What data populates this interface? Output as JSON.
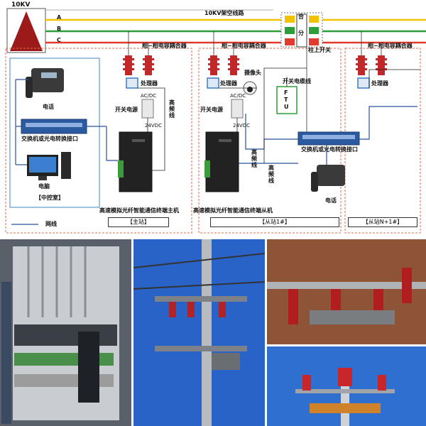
{
  "lines": {
    "voltage": "10KV",
    "line_title": "10KV架空线路",
    "phase_a": "A",
    "phase_b": "B",
    "phase_c": "C"
  },
  "coupler": {
    "label_1": "相−相电容耦合器",
    "label_2": "相−相电容耦合器",
    "label_3": "相−相电容耦合器",
    "processor": "处理器"
  },
  "switch": {
    "close": "合",
    "open": "分",
    "pole_switch": "柱上开关",
    "switch_cable": "开关电缆线",
    "ftu": [
      "F",
      "T",
      "U"
    ]
  },
  "main_station": {
    "phone": "电话",
    "switch_label": "交换机或光电转换接口",
    "computer": "电脑",
    "control_room": "【中控室】",
    "power": "开关电源",
    "acdc": "AC/DC",
    "dc24": "24VDC",
    "hf_line": "高频线",
    "host": "高速模拟光纤智能通信终端主机",
    "name": "【主站】"
  },
  "slave_station": {
    "camera": "摄像头",
    "power": "开关电源",
    "acdc": "AC/DC",
    "dc24": "24VDC",
    "hf_line_1": "高频线",
    "hf_line_2": "高频线",
    "switch_label": "交换机或光电转换接口",
    "phone": "电话",
    "slave": "高速模拟光纤智能通信终端从机",
    "name": "【从站1#】",
    "name_n": "【从站N+1#】"
  },
  "legend": {
    "network_line": "网线"
  },
  "colors": {
    "phase_a": "#f2c200",
    "phase_b": "#2e9e3a",
    "phase_c": "#e23b2e",
    "network": "#2a4fa0",
    "dashed": "#e06a4f",
    "control_border": "#7fb0d8",
    "insulator": "#c0282a"
  }
}
